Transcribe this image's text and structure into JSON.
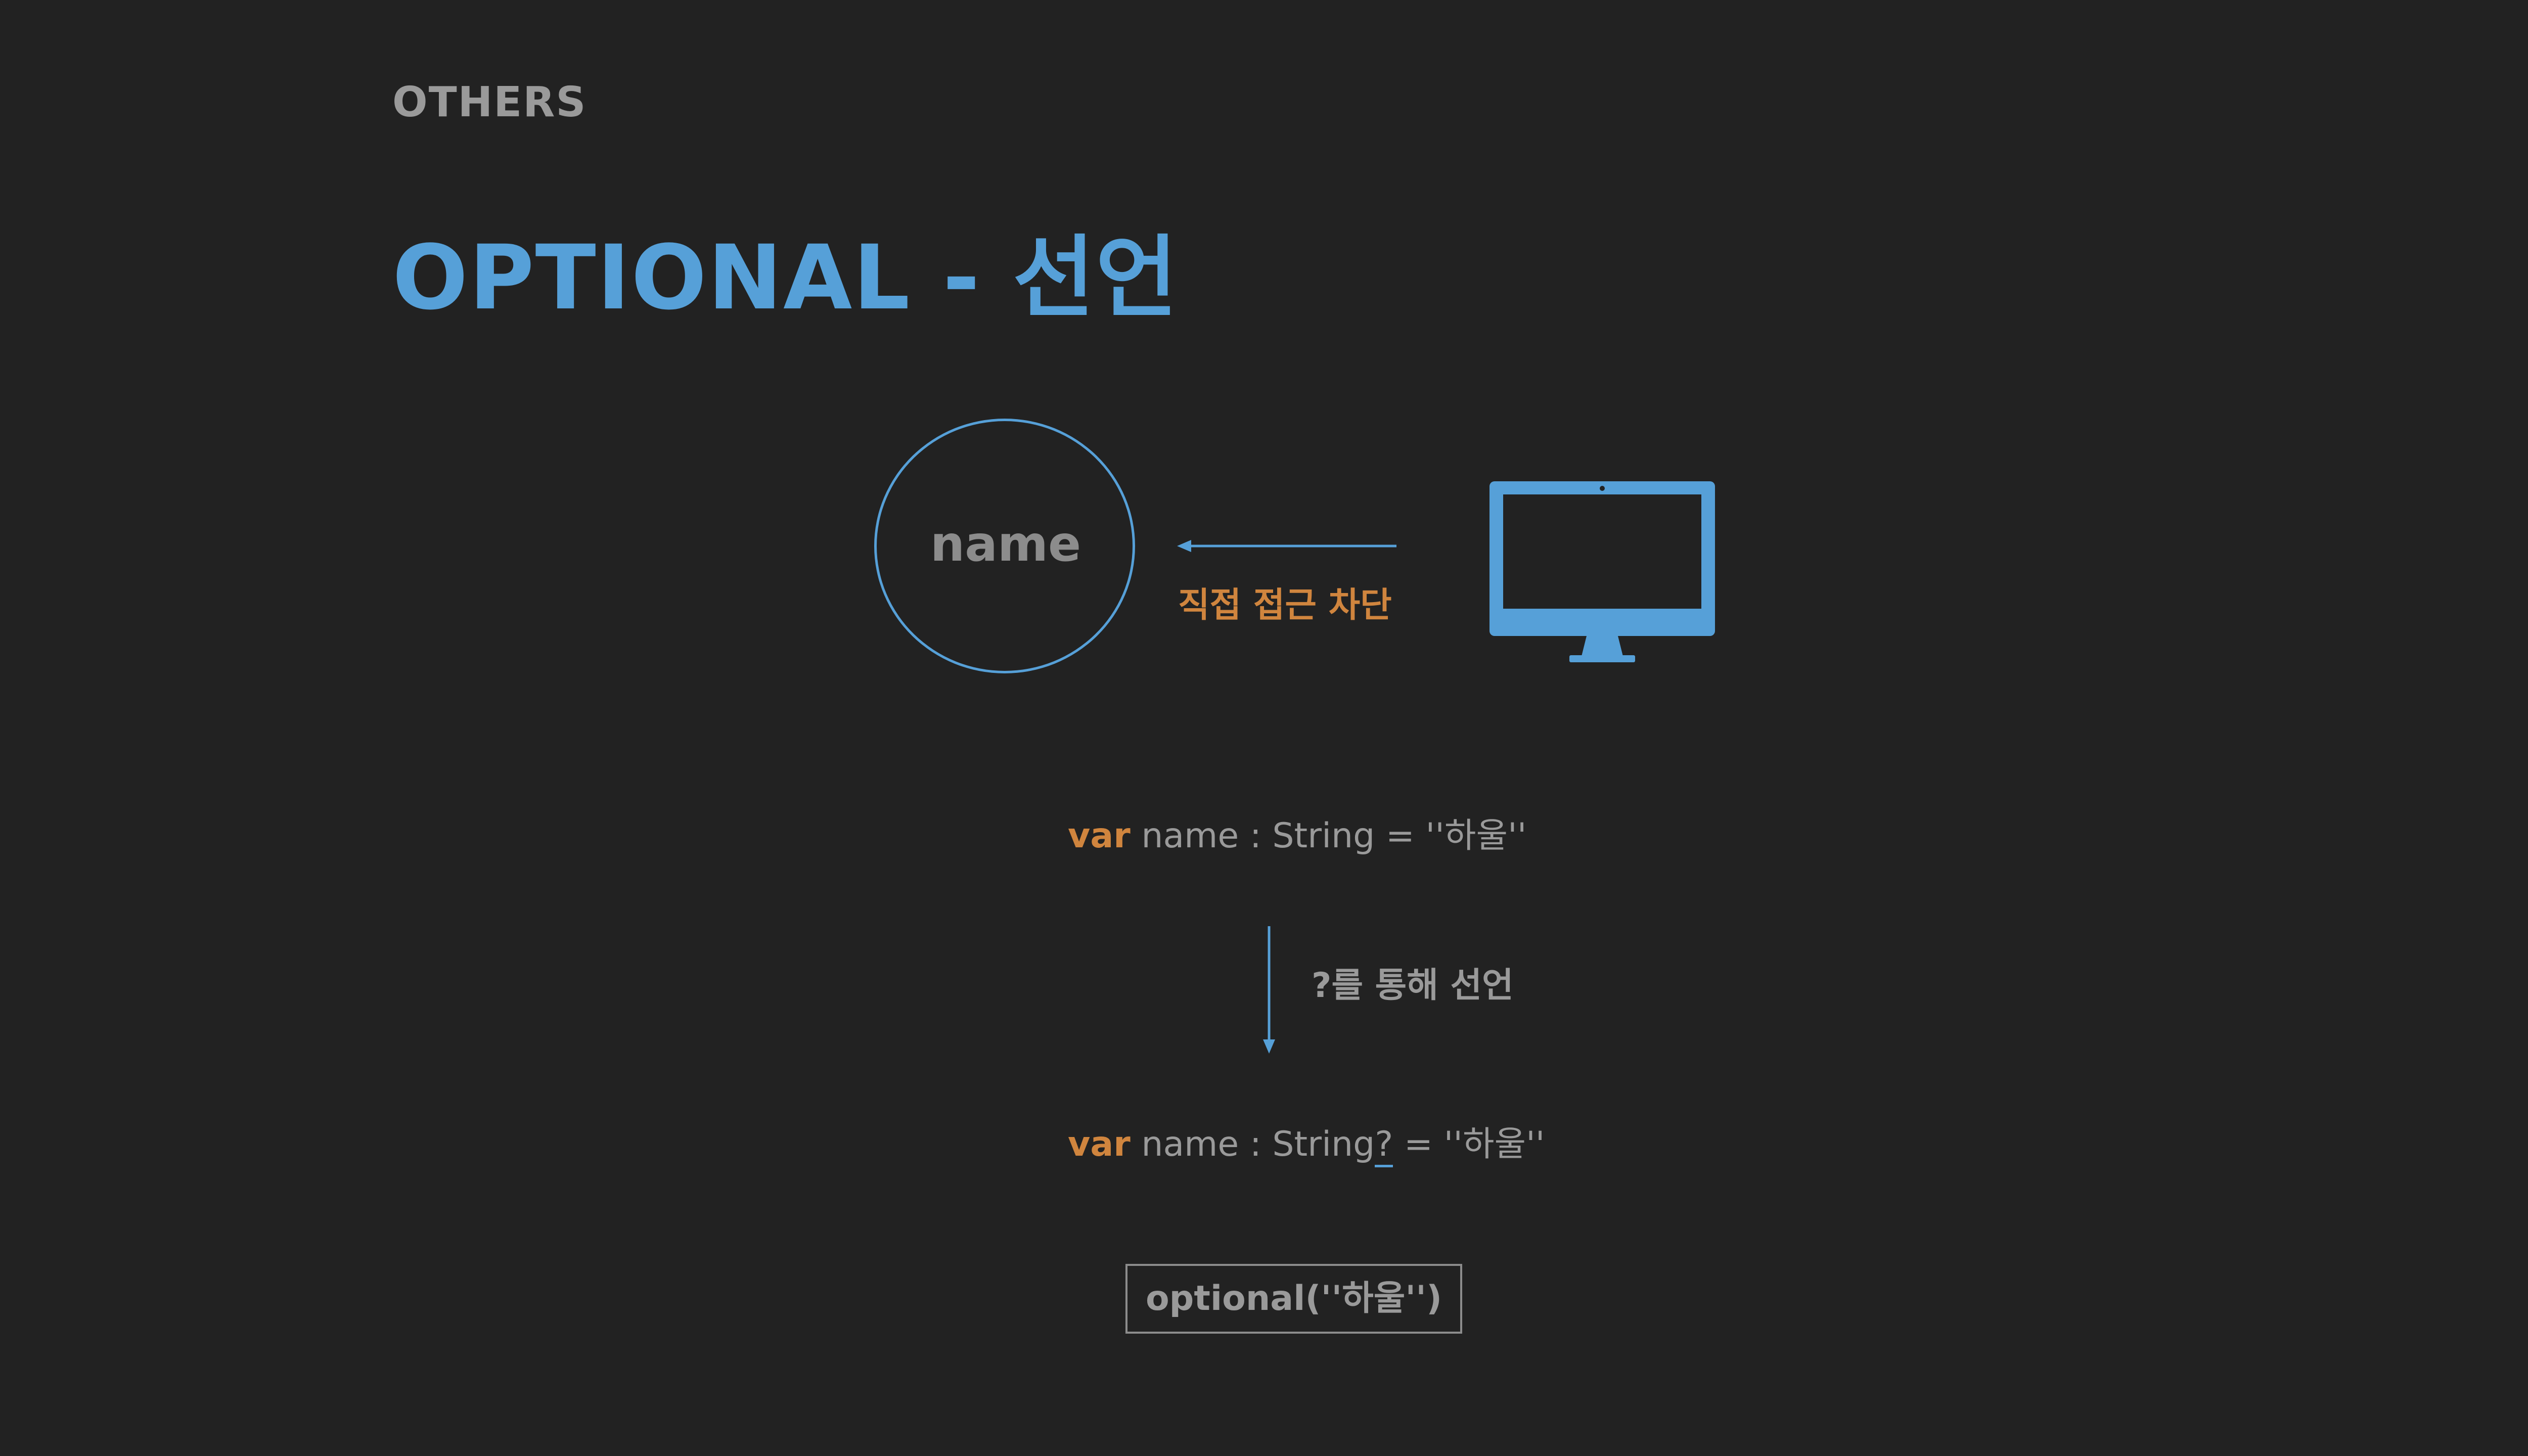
{
  "header": {
    "section_label": "OTHERS",
    "title": "OPTIONAL - 선언"
  },
  "diagram": {
    "variable_label": "name",
    "blocked_label": "직접 접근 차단",
    "declare_label": "?를 통해 선언",
    "computer_icon": "monitor-icon"
  },
  "code": {
    "line1": {
      "keyword": "var",
      "rest": " name : String = ''하울''"
    },
    "line2": {
      "keyword": "var",
      "before_mark": " name : String",
      "mark": "?",
      "after_mark": " = ''하울''"
    }
  },
  "result": {
    "text": "optional(''하울'')"
  },
  "colors": {
    "background": "#222222",
    "accent_blue": "#56a0d8",
    "accent_orange": "#d0853e",
    "text_gray": "#9a9a9a"
  }
}
